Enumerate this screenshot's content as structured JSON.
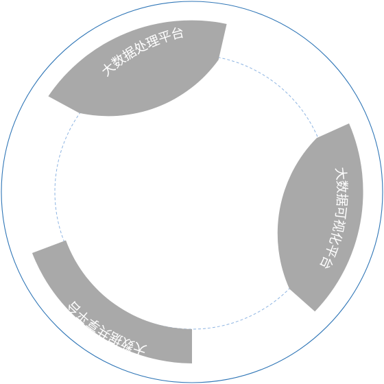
{
  "diagram": {
    "colors": {
      "outer_ring": "#2e75b6",
      "inner_ring": "#8db4e2",
      "band_fill": "#a9a9a9",
      "label": "#ffffff"
    },
    "segments": [
      {
        "label": "大数据处理平台"
      },
      {
        "label": "大数据可视化平台"
      },
      {
        "label": "大数据共享平台"
      }
    ]
  }
}
